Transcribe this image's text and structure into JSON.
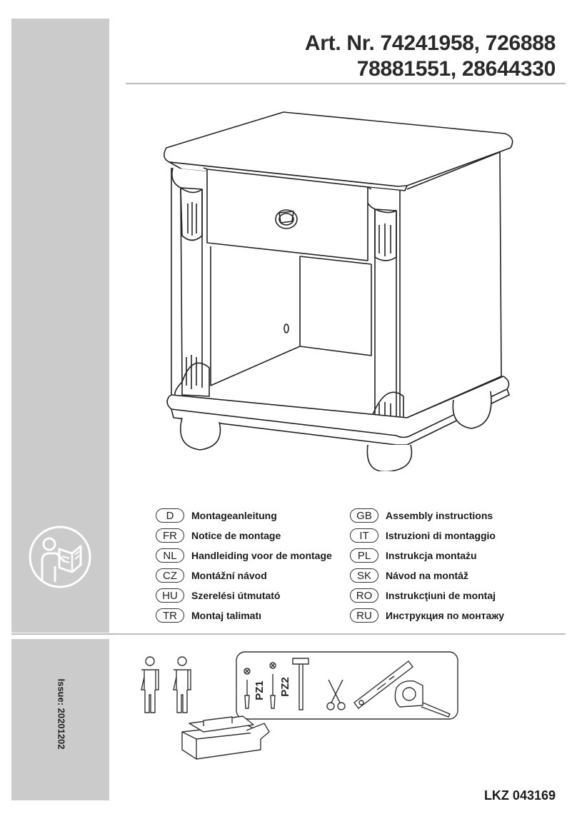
{
  "header": {
    "title_line1": "Art. Nr. 74241958, 726888",
    "title_line2": "78881551, 28644330"
  },
  "languages_left": [
    {
      "code": "D",
      "text": "Montageanleitung"
    },
    {
      "code": "FR",
      "text": "Notice de montage"
    },
    {
      "code": "NL",
      "text": "Handleiding voor de montage"
    },
    {
      "code": "CZ",
      "text": "Montážní návod"
    },
    {
      "code": "HU",
      "text": "Szerelési útmutató"
    },
    {
      "code": "TR",
      "text": "Montaj talimatı"
    }
  ],
  "languages_right": [
    {
      "code": "GB",
      "text": "Assembly instructions"
    },
    {
      "code": "IT",
      "text": "Istruzioni di montaggio"
    },
    {
      "code": "PL",
      "text": "Instrukcja montażu"
    },
    {
      "code": "SK",
      "text": "Návod na montáž"
    },
    {
      "code": "RO",
      "text": "Instrukcţiuni de montaj"
    },
    {
      "code": "RU",
      "text": "Инструкция по монтажу"
    }
  ],
  "tools": {
    "screwdriver_1": "PZ1",
    "screwdriver_2": "PZ2"
  },
  "issue": "Issue: 20201202",
  "document_code": "LKZ 043169",
  "icons": [
    "read-instructions-icon",
    "two-persons-icon",
    "screwdriver-icon",
    "hammer-icon",
    "scissors-icon",
    "spirit-level-icon",
    "tape-measure-icon",
    "toolbox-icon"
  ]
}
